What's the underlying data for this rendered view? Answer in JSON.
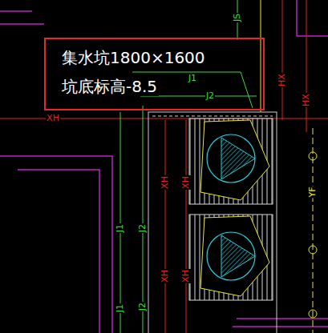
{
  "diagram": {
    "nodes": [
      {
        "text": [
          "集水坑1800×1600",
          "坑底标高-8.5"
        ]
      }
    ],
    "labels": [
      "JS",
      "J1",
      "J2",
      "HX",
      "HX",
      "XH",
      "XH",
      "XH",
      "J1",
      "J2",
      "YF",
      "XH",
      "XH",
      "J1",
      "J2"
    ]
  }
}
